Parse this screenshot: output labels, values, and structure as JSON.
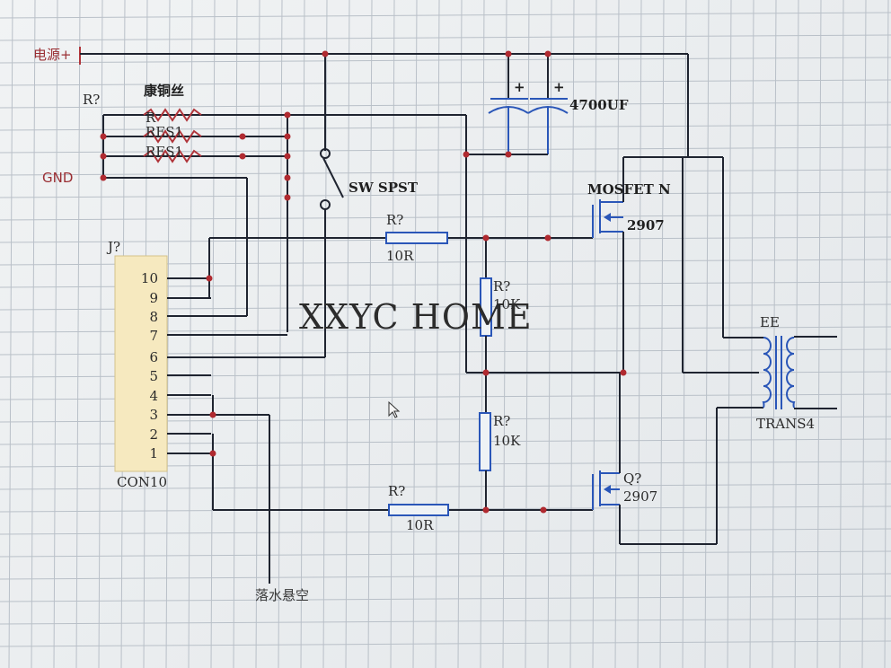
{
  "labels": {
    "power_plus": "电源+",
    "gnd": "GND",
    "r_top": "R?",
    "constantan": "康铜丝",
    "r_a": "R",
    "res1_a": "RES1",
    "res1_b": "RES1",
    "cap_value": "4700UF",
    "cap_plus_1": "+",
    "cap_plus_2": "+",
    "switch": "SW SPST",
    "mosfet_top": "MOSFET N",
    "part_top": "2907",
    "r_gate_top": "R?",
    "r_gate_top_value": "10R",
    "r_div_top": "R?",
    "r_div_top_value": "10K",
    "connector_ref": "J?",
    "connector_name": "CON10",
    "pins": [
      "10",
      "9",
      "8",
      "7",
      "6",
      "5",
      "4",
      "3",
      "2",
      "1"
    ],
    "watermark": "XXYC HOME",
    "transformer_ref": "EE",
    "transformer_name": "TRANS4",
    "r_div_bot": "R?",
    "r_div_bot_value": "10K",
    "mosfet_bot": "Q?",
    "part_bot": "2907",
    "r_gate_bot": "R?",
    "r_gate_bot_value": "10R",
    "note_floating": "落水悬空"
  }
}
